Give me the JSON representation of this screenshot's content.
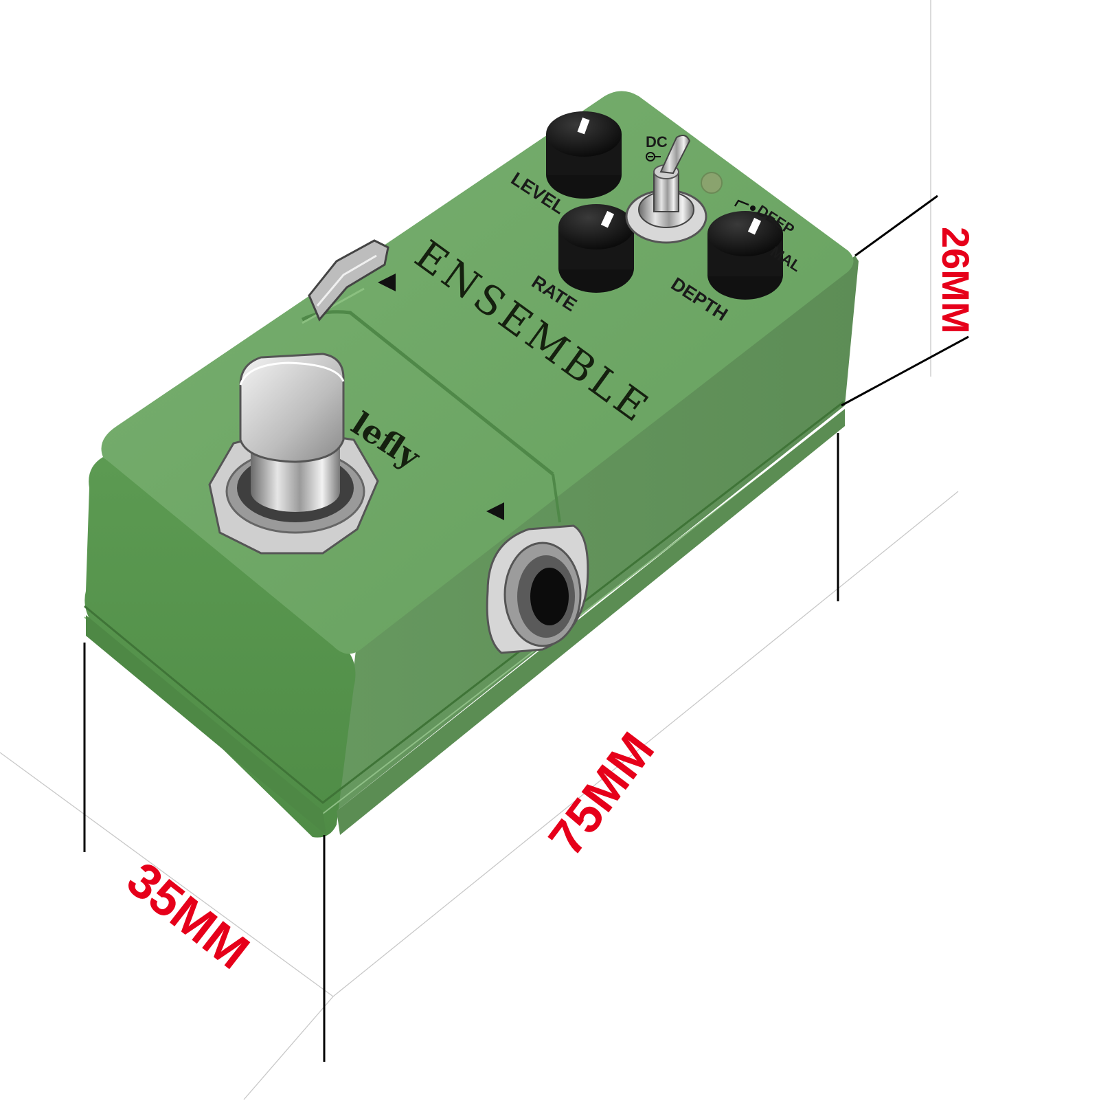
{
  "pedal": {
    "model_name": "ENSEMBLE",
    "brand_partial": "lefly",
    "knobs": {
      "level": "LEVEL",
      "rate": "RATE",
      "depth": "DEPTH"
    },
    "toggle_labels": {
      "deep": "DEEP",
      "normal_partial": "MAL"
    },
    "power_label": "DC",
    "body_color": "#5f9e58",
    "top_color": "#6aa562"
  },
  "dimensions": {
    "height": "26MM",
    "length": "75MM",
    "width": "35MM",
    "color": "#e6001a"
  }
}
